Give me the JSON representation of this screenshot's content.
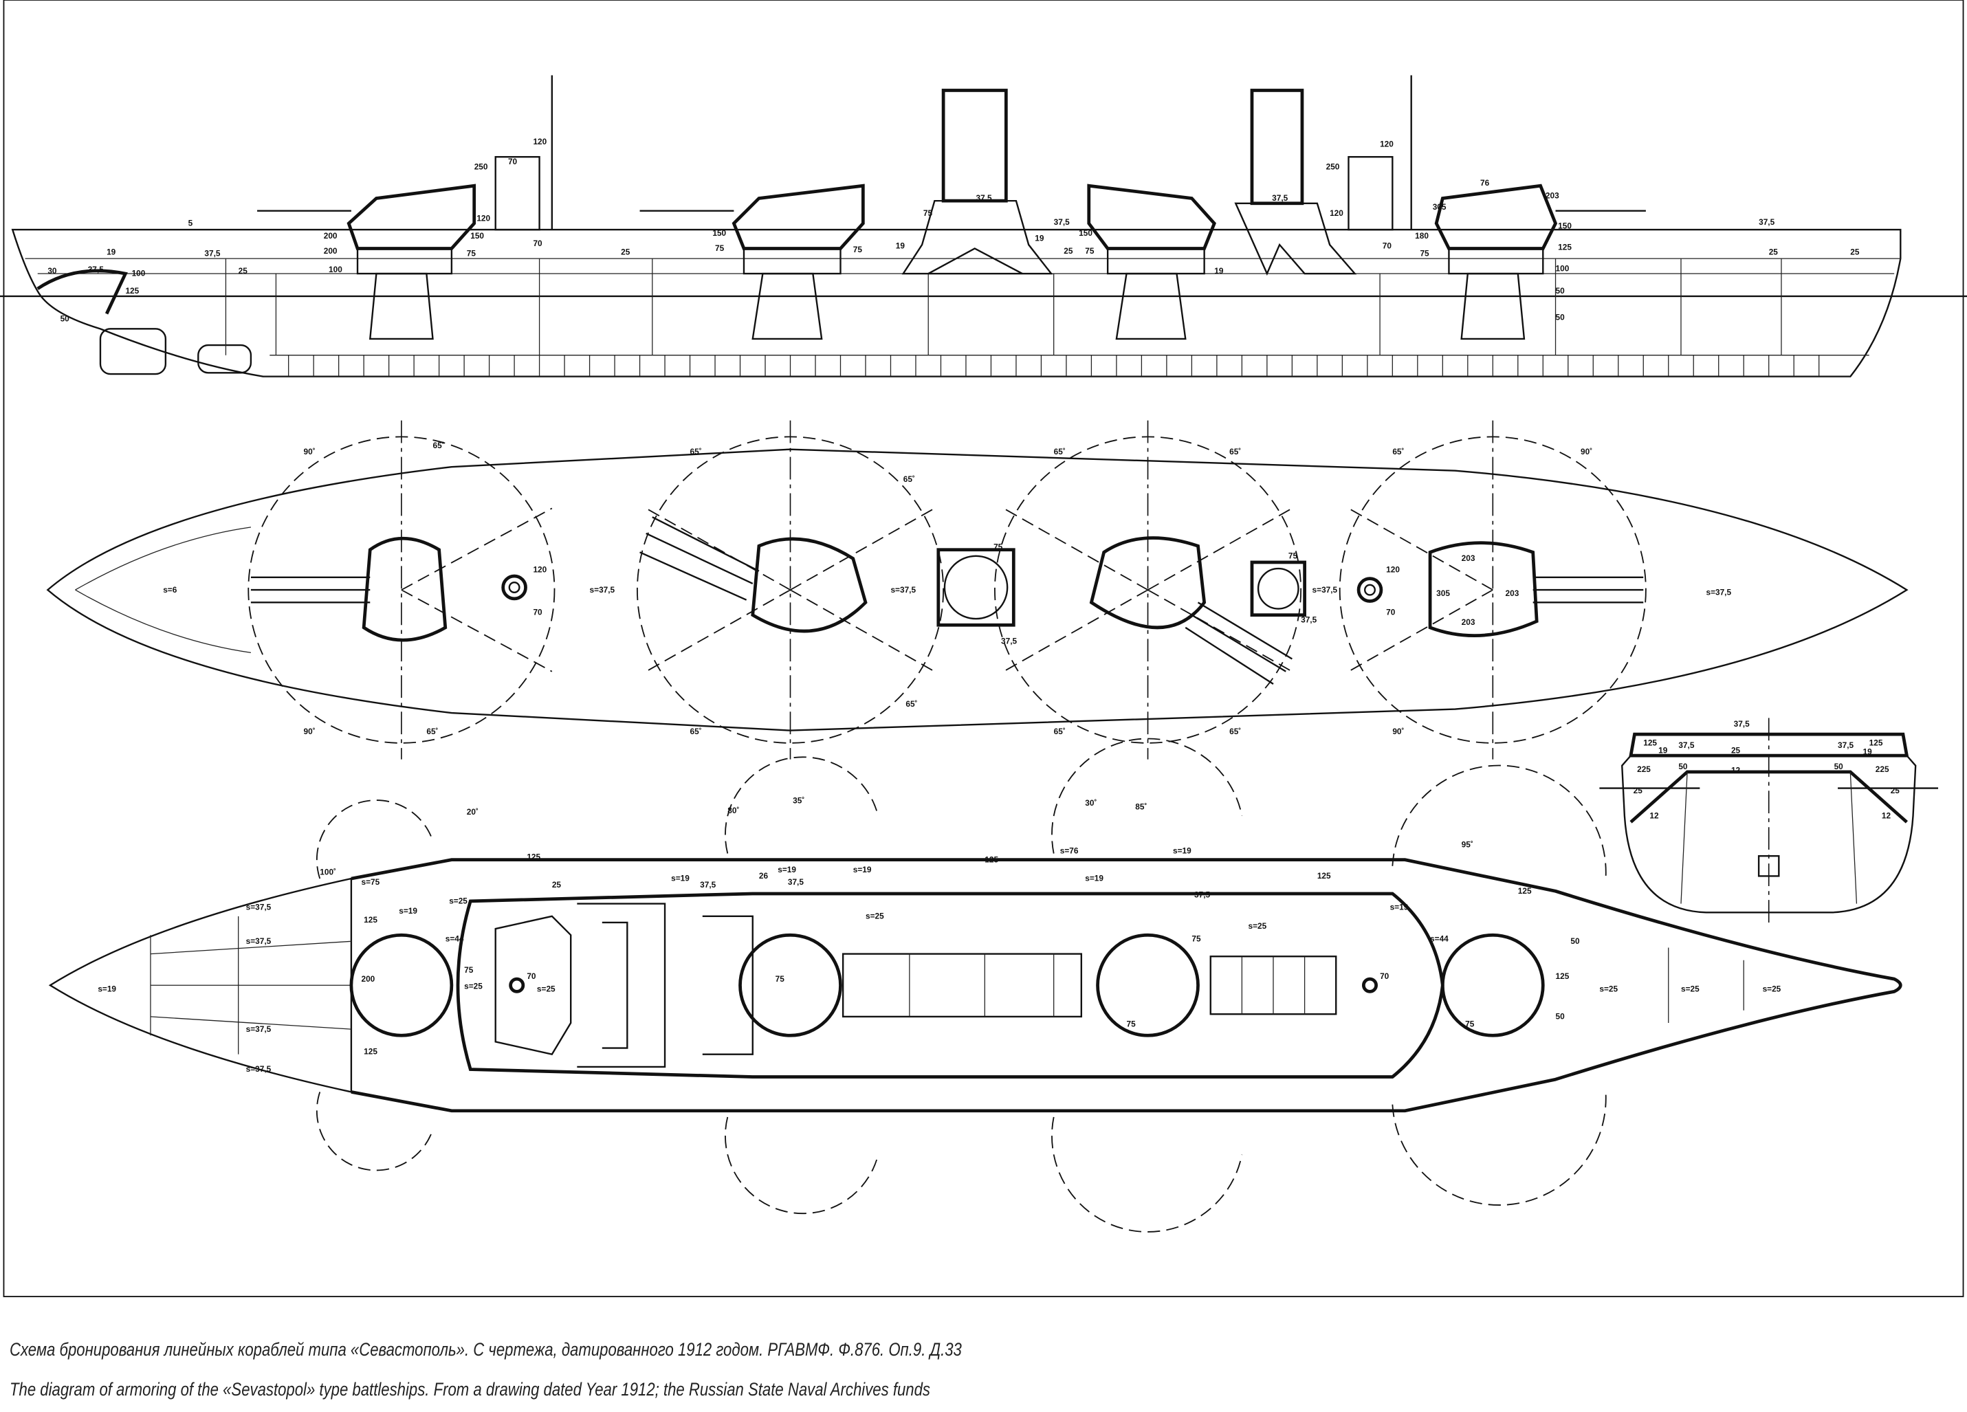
{
  "caption": {
    "ru": "Схема бронирования линейных кораблей типа «Севастополь». С чертежа, датированного 1912 годом. РГАВМФ. Ф.876. Оп.9. Д.33",
    "en": "The diagram of armoring of the «Sevastopol» type battleships. From a drawing dated Year 1912; the Russian State Naval Archives funds"
  },
  "side_view": {
    "labels": [
      "5",
      "19",
      "30",
      "37,5",
      "100",
      "125",
      "50",
      "37,5",
      "25",
      "200",
      "200",
      "100",
      "120",
      "250",
      "70",
      "120",
      "70",
      "150",
      "75",
      "75",
      "150",
      "75",
      "37,5",
      "75",
      "19",
      "19",
      "37,5",
      "25",
      "150",
      "75",
      "37,5",
      "120",
      "250",
      "305",
      "76",
      "203",
      "150",
      "125",
      "100",
      "50",
      "50",
      "37,5",
      "25",
      "25",
      "180",
      "75",
      "120",
      "70",
      "19",
      "25"
    ]
  },
  "plan_view": {
    "labels": [
      "s=6",
      "90˚",
      "65˚",
      "120",
      "70",
      "s=37,5",
      "65˚",
      "65˚",
      "s=37,5",
      "75",
      "37,5",
      "65˚",
      "65˚",
      "75",
      "s=37,5",
      "37,5",
      "120",
      "70",
      "203",
      "305",
      "203",
      "203",
      "s=37,5",
      "65˚",
      "90˚",
      "90˚",
      "65˚",
      "65˚",
      "65˚",
      "65˚",
      "65˚",
      "90˚"
    ]
  },
  "deck_plan": {
    "labels": [
      "s=19",
      "s=37,5",
      "s=37,5",
      "s=37,5",
      "s=37,5",
      "200",
      "s=75",
      "s=19",
      "125",
      "125",
      "s=44",
      "s=25",
      "75",
      "s=25",
      "70",
      "s=25",
      "s=19",
      "25",
      "125",
      "s=19",
      "37,5",
      "s=19",
      "37,5",
      "26",
      "125",
      "s=25",
      "75",
      "75",
      "s=19",
      "s=76",
      "s=19",
      "37,5",
      "125",
      "s=25",
      "75",
      "70",
      "75",
      "s=19",
      "s=44",
      "125",
      "s=25",
      "s=25",
      "s=25",
      "50",
      "50",
      "125",
      "100˚",
      "20˚",
      "80˚",
      "35˚",
      "30˚",
      "85˚",
      "95˚"
    ]
  },
  "cross_section": {
    "labels": [
      "37,5",
      "125",
      "37,5",
      "19",
      "25",
      "37,5",
      "125",
      "19",
      "225",
      "50",
      "12",
      "50",
      "225",
      "25",
      "12",
      "25",
      "12"
    ]
  }
}
